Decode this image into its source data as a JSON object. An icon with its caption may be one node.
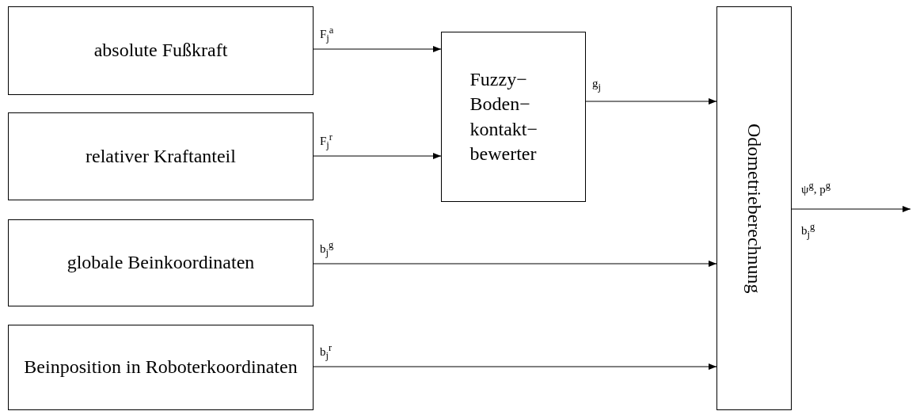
{
  "diagram": {
    "nodes": [
      {
        "text": [
          "absolute Fußkraft"
        ]
      },
      {
        "text": [
          "relativer Kraftanteil"
        ]
      },
      {
        "text": [
          "globale Beinkoordinaten"
        ]
      },
      {
        "text": [
          "Beinposition in Roboterkoordinaten"
        ]
      },
      {
        "text": [
          "Fuzzy− Boden− kontakt− bewerter"
        ]
      },
      {
        "text": [
          "Odometrieberechnung"
        ]
      }
    ],
    "edges": [
      {
        "from": 0,
        "to": 4,
        "arrow": "to",
        "label": "F$_{j}$$^{a}$"
      },
      {
        "from": 1,
        "to": 4,
        "arrow": "to",
        "label": "F$_{j}$$^{r}$"
      },
      {
        "from": 4,
        "to": 5,
        "arrow": "to",
        "label": "g$_{j}$"
      },
      {
        "from": 2,
        "to": 5,
        "arrow": "to",
        "label": "b$_{j}$$^{g}$"
      },
      {
        "from": 3,
        "to": 5,
        "arrow": "to",
        "label": "b$_{j}$$^{r}$"
      },
      {
        "from": 5,
        "to": null,
        "arrow": "to",
        "label": "ψ$^{g}$, p$^{g}$"
      }
    ],
    "labels": [
      "b$_{j}$$^{g}$"
    ]
  }
}
